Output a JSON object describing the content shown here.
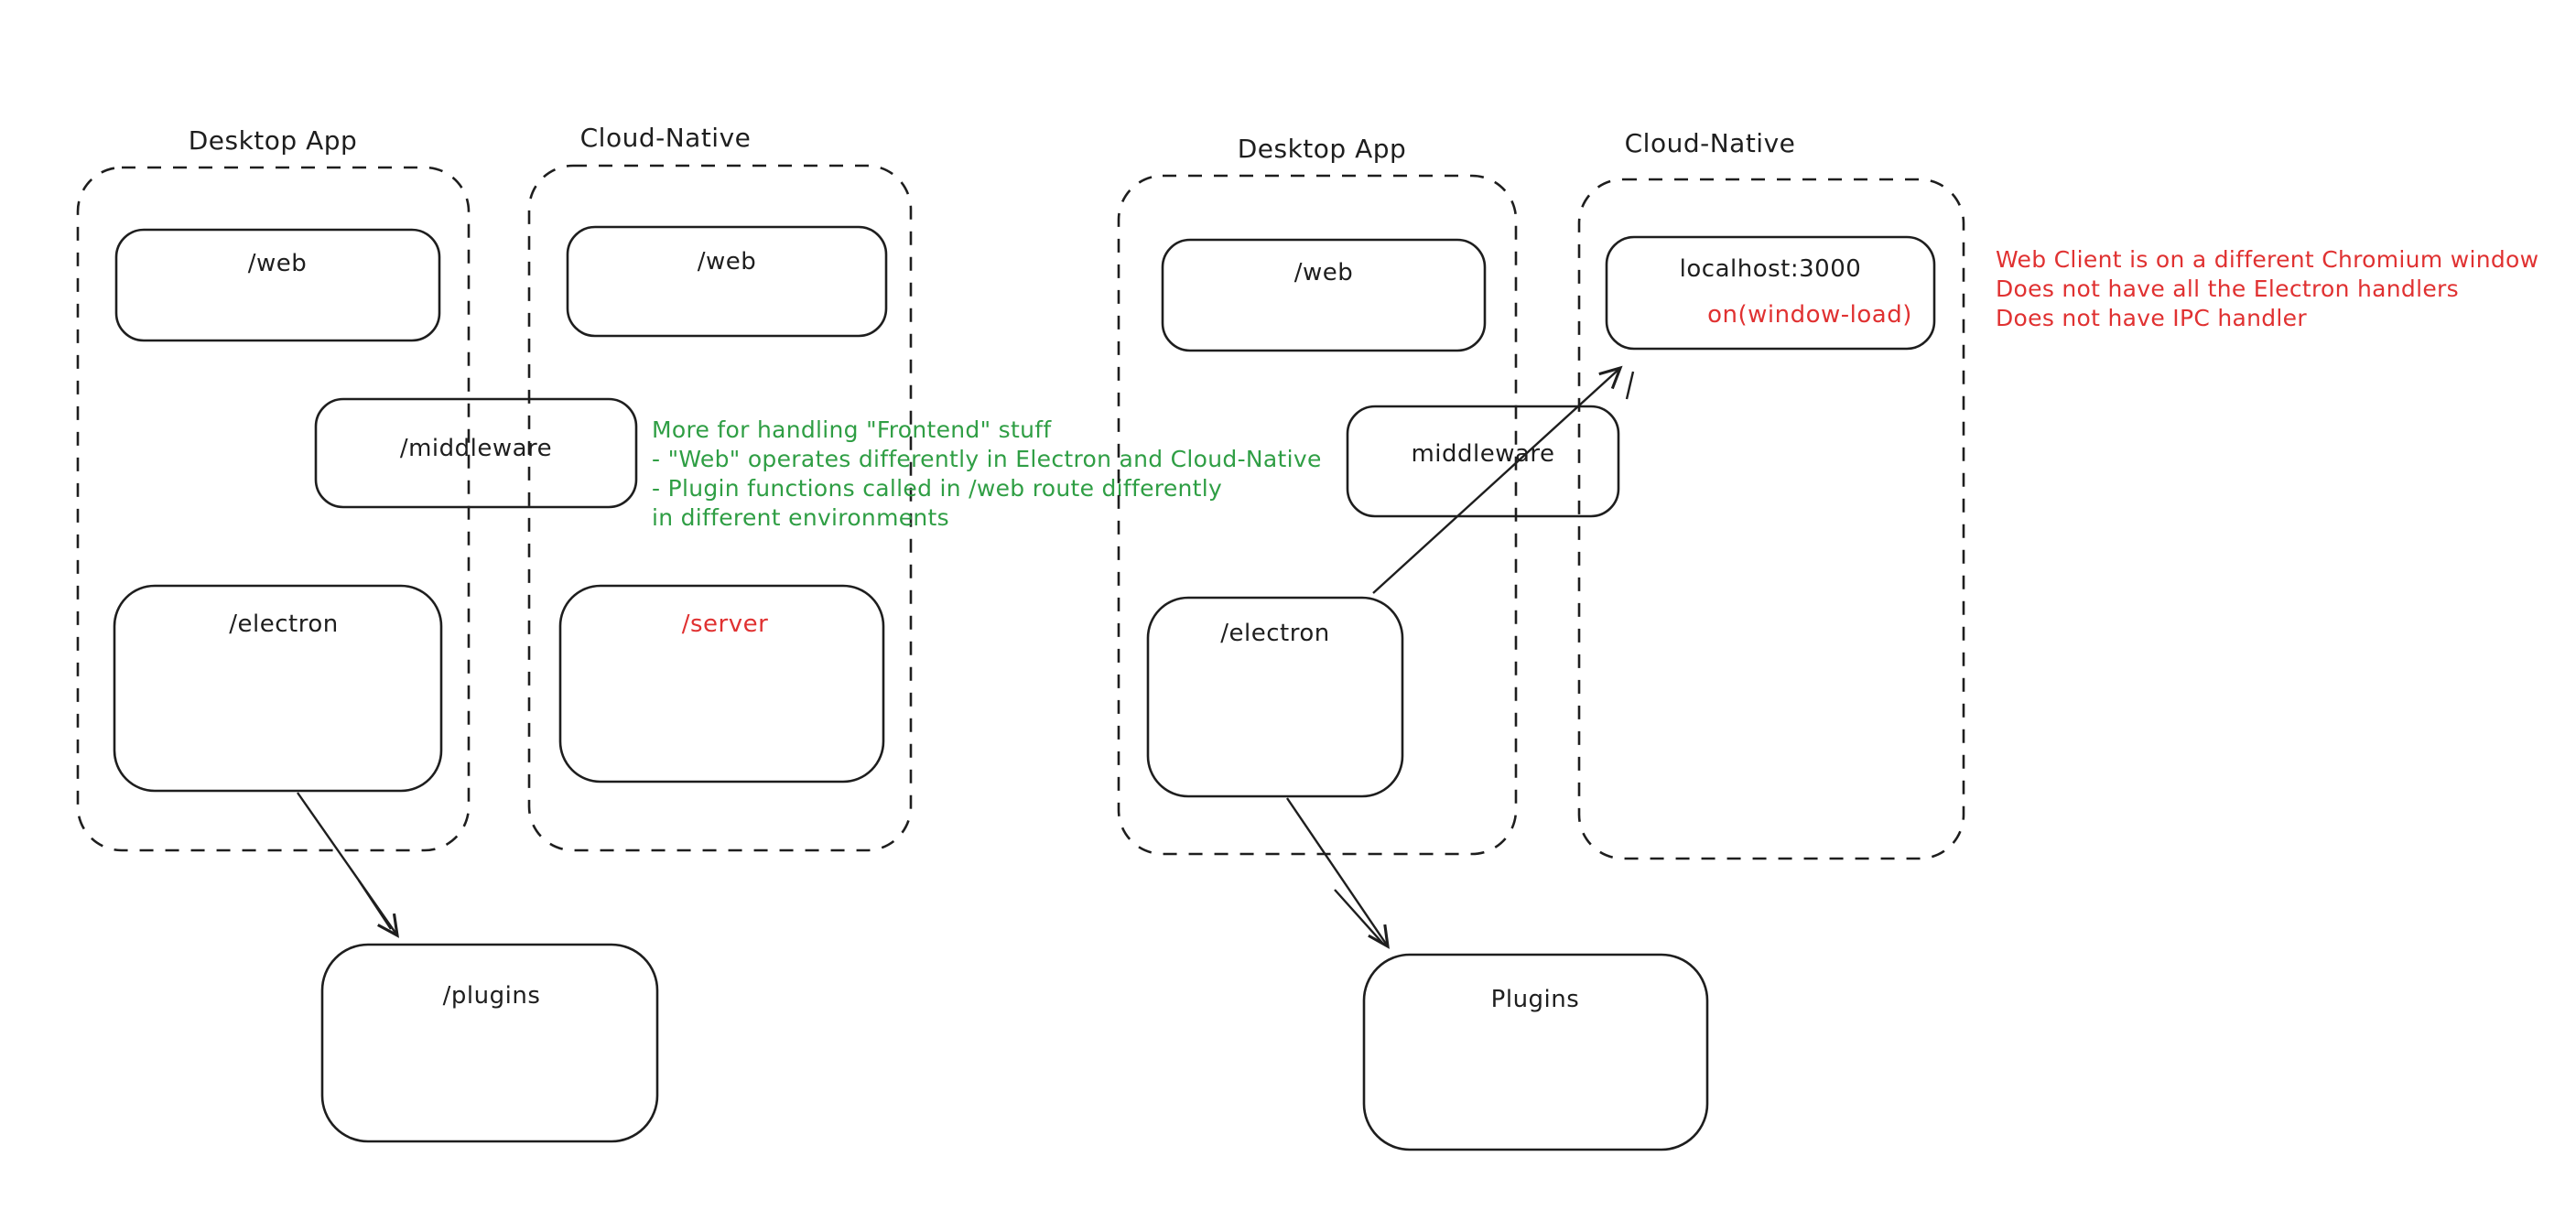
{
  "colors": {
    "ink": "#1e1e1e",
    "red": "#e03131",
    "green": "#2f9e44",
    "background": "#ffffff"
  },
  "left_diagram": {
    "desktop_app_label": "Desktop App",
    "cloud_native_label": "Cloud-Native",
    "desktop_web_box_label": "/web",
    "cloud_web_box_label": "/web",
    "middleware_box_label": "/middleware",
    "electron_box_label": "/electron",
    "server_box_label": "/server",
    "plugins_box_label": "/plugins",
    "note_lines": [
      "More for handling \"Frontend\" stuff",
      "- \"Web\" operates differently in Electron and Cloud-Native",
      "- Plugin functions called in /web route differently",
      "in different environments"
    ]
  },
  "right_diagram": {
    "desktop_app_label": "Desktop App",
    "cloud_native_label": "Cloud-Native",
    "desktop_web_box_label": "/web",
    "localhost_box_label": "localhost:3000",
    "localhost_event_label": "on(window-load)",
    "middleware_box_label": "middleware",
    "electron_box_label": "/electron",
    "plugins_box_label": "Plugins",
    "note_lines": [
      "Web Client is on a different Chromium window",
      "Does not have all the Electron handlers",
      "Does not have IPC handler"
    ]
  }
}
